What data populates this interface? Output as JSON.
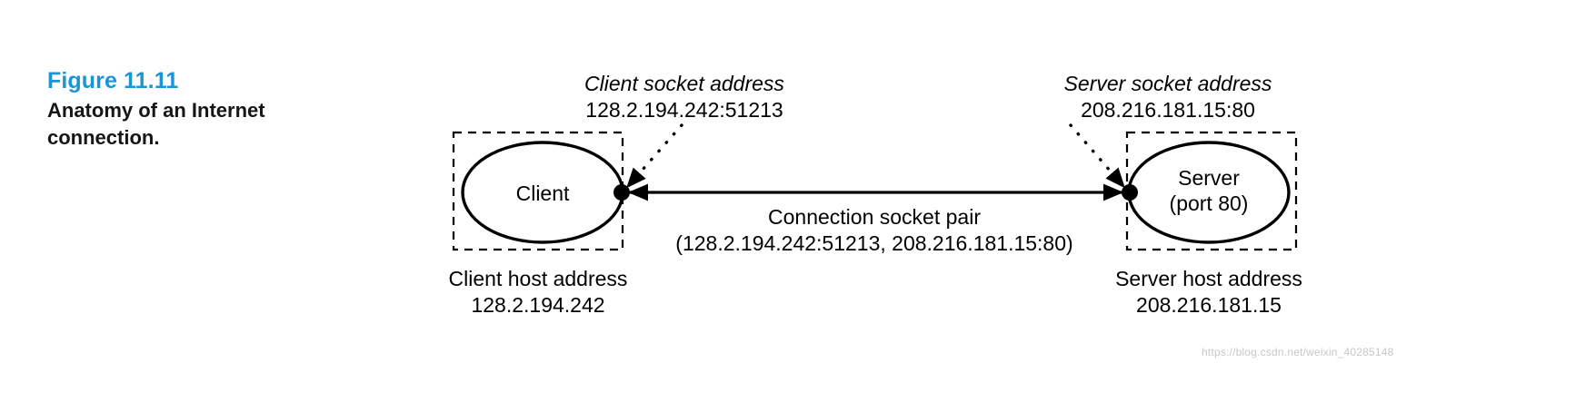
{
  "figure": {
    "number": "Figure 11.11",
    "caption": "Anatomy of an Internet connection.",
    "number_color": "#1b95d3"
  },
  "diagram": {
    "client": {
      "node_label": "Client",
      "socket_address_title": "Client socket address",
      "socket_address_value": "128.2.194.242:51213",
      "host_address_title": "Client host address",
      "host_address_value": "128.2.194.242"
    },
    "server": {
      "node_label_line1": "Server",
      "node_label_line2": "(port 80)",
      "socket_address_title": "Server socket address",
      "socket_address_value": "208.216.181.15:80",
      "host_address_title": "Server host address",
      "host_address_value": "208.216.181.15"
    },
    "connection": {
      "title": "Connection socket pair",
      "value": "(128.2.194.242:51213, 208.216.181.15:80)"
    }
  },
  "watermark": {
    "text": "https://blog.csdn.net/weixin_40285148"
  }
}
